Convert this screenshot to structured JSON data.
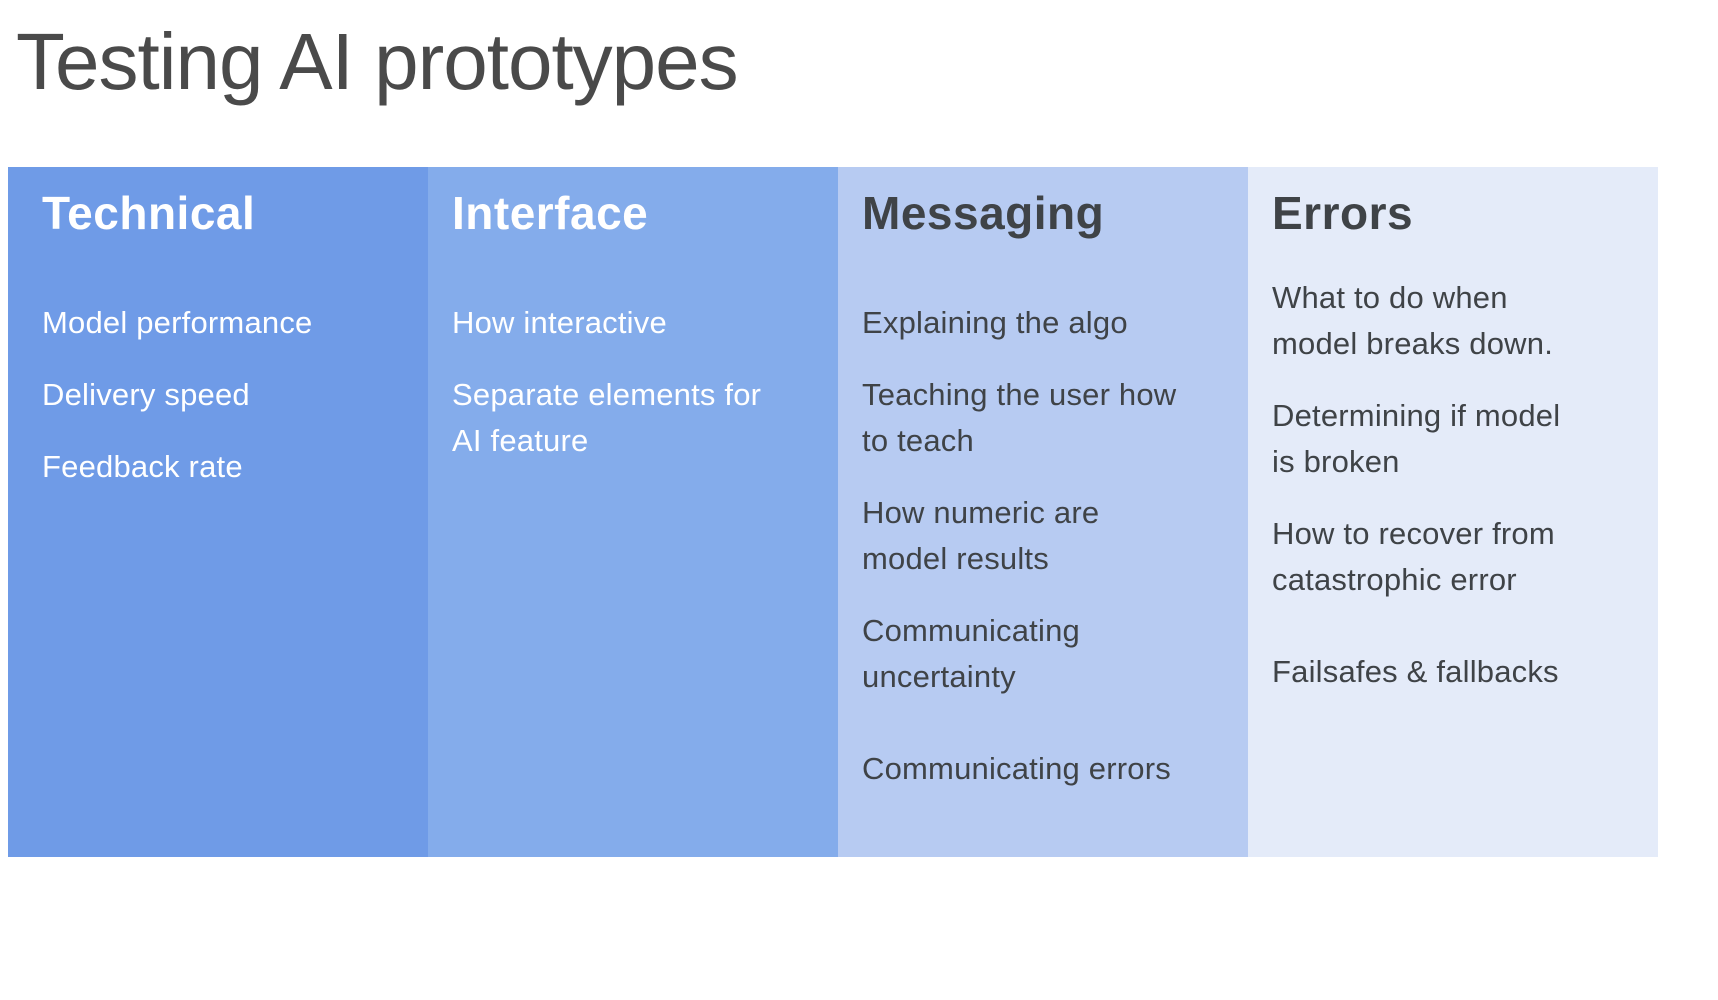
{
  "slide": {
    "title": "Testing AI prototypes",
    "title_color": "#4A4A4A"
  },
  "columns": [
    {
      "title": "Technical",
      "bg": "#6F9BE7",
      "text_color": "#FFFFFF",
      "items": [
        "Model performance",
        "Delivery speed",
        "Feedback rate"
      ]
    },
    {
      "title": "Interface",
      "bg": "#84ACEB",
      "text_color": "#FFFFFF",
      "items": [
        "How interactive",
        "Separate elements for\nAI feature"
      ]
    },
    {
      "title": "Messaging",
      "bg": "#B7CBF2",
      "text_color": "#3F4347",
      "items": [
        "Explaining the algo",
        "Teaching the user how\nto teach",
        "How numeric are\nmodel results",
        "Communicating\nuncertainty",
        "Communicating errors"
      ]
    },
    {
      "title": "Errors",
      "bg": "#E4EBF9",
      "text_color": "#3F4347",
      "items": [
        "What to do when\nmodel breaks down.",
        "Determining if model\nis broken",
        "How to recover from\ncatastrophic error",
        "Failsafes & fallbacks"
      ]
    }
  ]
}
